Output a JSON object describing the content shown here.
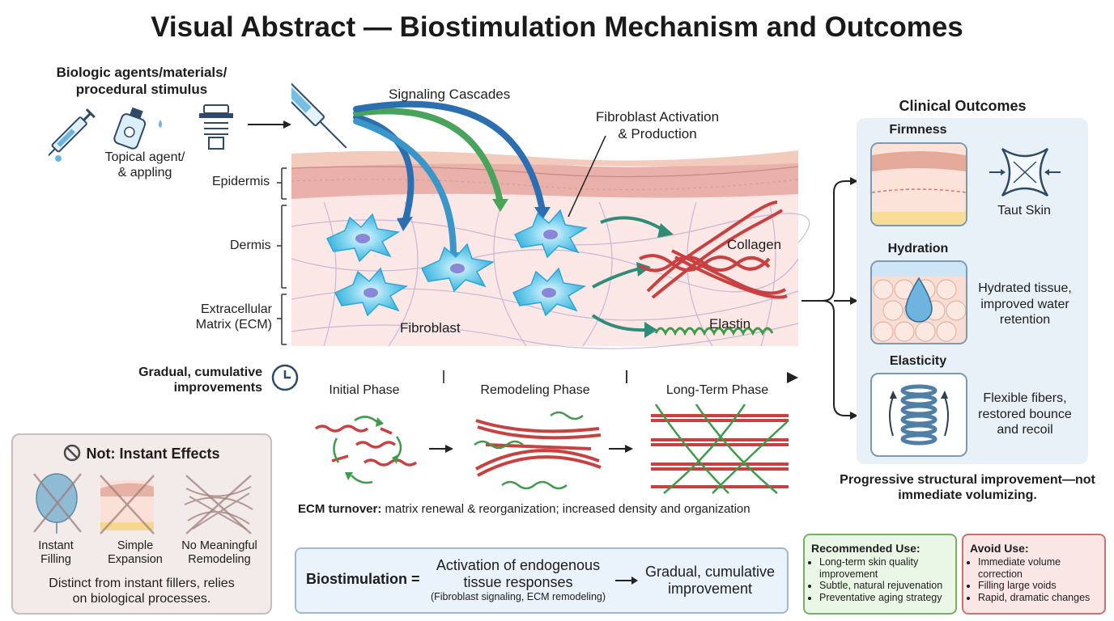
{
  "title": "Visual Abstract — Biostimulation Mechanism and Outcomes",
  "stimulus": {
    "heading": "Biologic agents/materials/\nprocedural stimulus",
    "topical_caption": "Topical agent/\n& appling"
  },
  "tissue": {
    "signaling": "Signaling Cascades",
    "activation": "Fibroblast Activation\n& Production",
    "layer_epidermis": "Epidermis",
    "layer_dermis": "Dermis",
    "layer_ecm": "Extracellular\nMatrix (ECM)",
    "fibroblast": "Fibroblast",
    "collagen": "Collagen",
    "elastin": "Elastin"
  },
  "timeline": {
    "label": "Gradual, cumulative\nimprovements",
    "phases": [
      "Initial Phase",
      "Remodeling Phase",
      "Long-Term Phase"
    ],
    "ecm_bold": "ECM turnover:",
    "ecm_text": " matrix renewal & reorganization; increased density and organization"
  },
  "not_instant": {
    "heading": "Not: Instant Effects",
    "items": [
      "Instant\nFilling",
      "Simple\nExpansion",
      "No Meaningful\nRemodeling"
    ],
    "footer": "Distinct from instant fillers, relies\non biological processes."
  },
  "equation": {
    "term": "Biostimulation =",
    "middle": "Activation of endogenous\ntissue responses",
    "middle_sub": "(Fibroblast signaling, ECM remodeling)",
    "result": "Gradual, cumulative\nimprovement"
  },
  "outcomes": {
    "heading": "Clinical Outcomes",
    "items": [
      {
        "title": "Firmness",
        "desc": "Taut Skin"
      },
      {
        "title": "Hydration",
        "desc": "Hydrated tissue,\nimproved water\nretention"
      },
      {
        "title": "Elasticity",
        "desc": "Flexible fibers,\nrestored bounce\nand recoil"
      }
    ],
    "summary": "Progressive structural improvement—not\nimmediate volumizing."
  },
  "recommended": {
    "heading": "Recommended Use:",
    "items": [
      "Long-term skin quality improvement",
      "Subtle, natural rejuvenation",
      "Preventative aging strategy"
    ]
  },
  "avoid": {
    "heading": "Avoid Use:",
    "items": [
      "Immediate volume correction",
      "Filling large voids",
      "Rapid, dramatic changes"
    ]
  },
  "colors": {
    "collagen": "#c94040",
    "elastin": "#3f9a4a",
    "fibroblast": "#5cc4e6",
    "arrow_blue": "#2b6fb0",
    "arrow_green": "#4aa35a",
    "skin": "#f9e2de"
  }
}
